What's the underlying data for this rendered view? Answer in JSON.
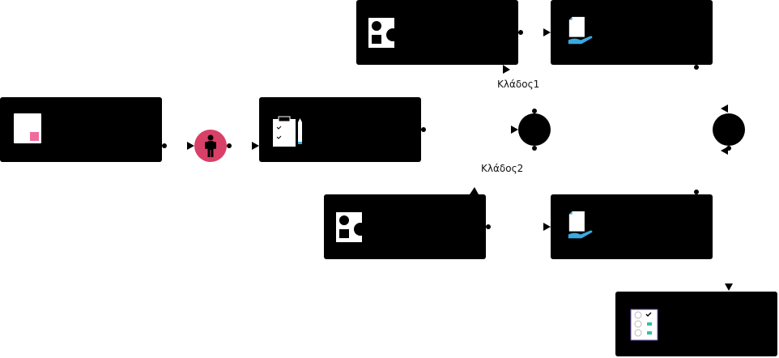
{
  "diagram": {
    "branches": {
      "branch1_label": "Κλάδος1",
      "branch2_label": "Κλάδος2"
    },
    "colors": {
      "node_fill": "#000000",
      "person_badge": "#d94068",
      "accent_pink": "#f06b9c",
      "accent_blue": "#3aa9e0",
      "accent_teal": "#2ec4a6"
    },
    "nodes": [
      {
        "id": "start-task",
        "icon": "document-pink-square-icon"
      },
      {
        "id": "assign-user",
        "icon": "person-icon"
      },
      {
        "id": "form-task",
        "icon": "clipboard-pencil-icon"
      },
      {
        "id": "branch1-shapes-task",
        "icon": "shapes-icon"
      },
      {
        "id": "branch1-handover-task",
        "icon": "hand-document-icon"
      },
      {
        "id": "branch2-shapes-task",
        "icon": "shapes-icon"
      },
      {
        "id": "branch2-handover-task",
        "icon": "hand-document-icon"
      },
      {
        "id": "checklist-task",
        "icon": "checklist-icon"
      }
    ],
    "gateways": [
      {
        "id": "split-gateway"
      },
      {
        "id": "merge-gateway"
      }
    ]
  }
}
